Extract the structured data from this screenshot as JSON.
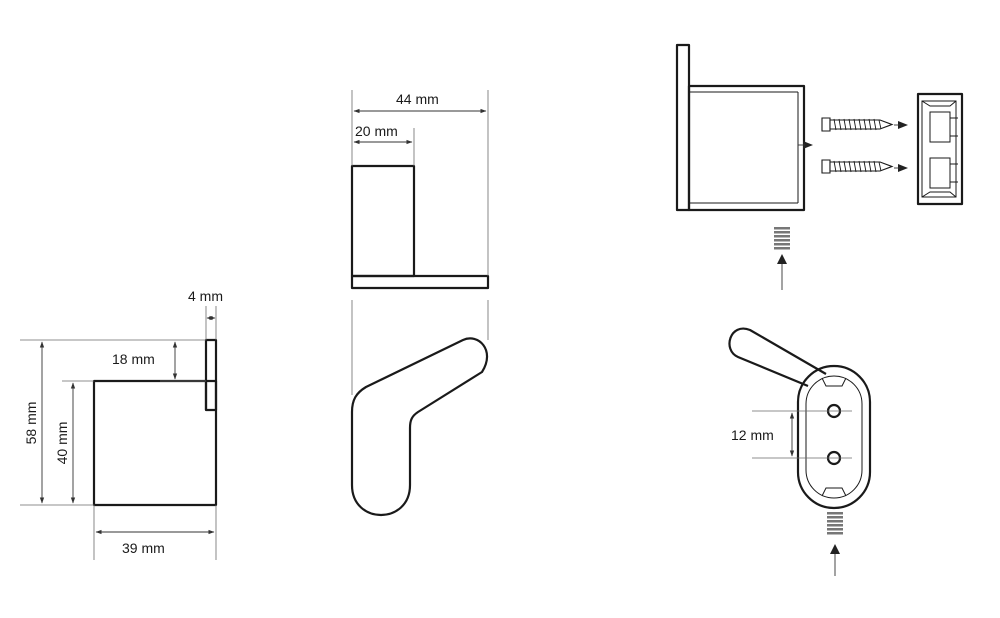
{
  "dimensions": {
    "width_total": "44 mm",
    "depth_base": "20 mm",
    "plate_thickness": "4 mm",
    "top_offset": "18 mm",
    "height_total": "58 mm",
    "height_block": "40 mm",
    "width_block": "39 mm",
    "hole_spacing": "12 mm"
  },
  "colors": {
    "line": "#1a1a1a",
    "background": "#ffffff"
  }
}
